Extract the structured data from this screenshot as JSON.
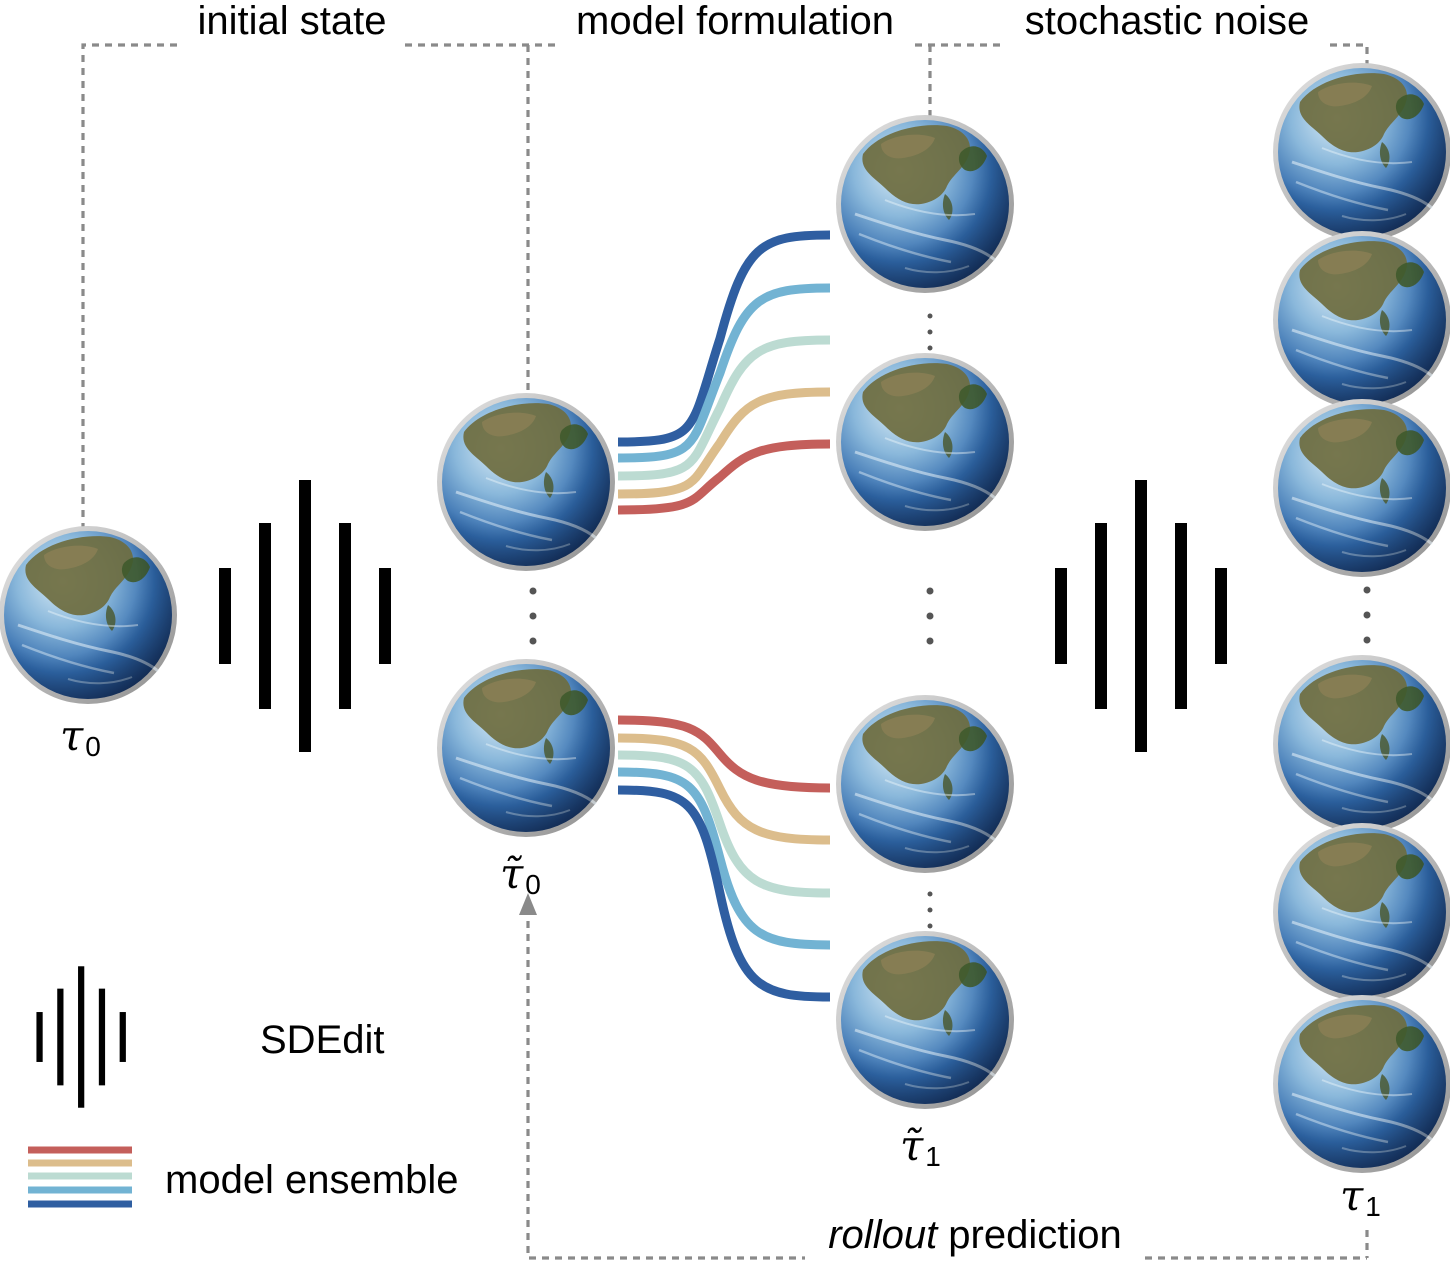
{
  "headings": {
    "initial_state": "initial state",
    "model_formulation": "model formulation",
    "stochastic_noise": "stochastic noise"
  },
  "symbols": {
    "tau0_base": "τ",
    "tau0_sub": "0",
    "tau0_tilde_base": "τ̃",
    "tau0_tilde_sub": "0",
    "tau1_tilde_base": "τ̃",
    "tau1_tilde_sub": "1",
    "tau1_base": "τ",
    "tau1_sub": "1"
  },
  "legend": {
    "sdedit_label": "SDEdit",
    "ensemble_label": "model ensemble"
  },
  "footer": {
    "rollout_italic": "rollout",
    "rollout_rest": " prediction"
  },
  "ensemble_colors": [
    "#c45f5b",
    "#dcbd8c",
    "#bcdbd2",
    "#72b3d3",
    "#2f5ea1"
  ],
  "globe_colors": {
    "ocean_light": "#a9cbe3",
    "ocean_dark": "#1f4a8a",
    "land": "#6b6a3c",
    "rim": "#b9b9b9"
  },
  "icons": {
    "globe": "earth-globe-icon",
    "noise": "sdedit-bars-icon",
    "arrow": "arrow-up-icon"
  }
}
